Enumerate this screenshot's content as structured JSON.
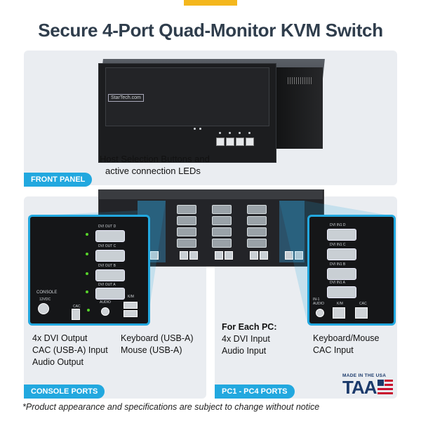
{
  "title": "Secure 4-Port Quad-Monitor KVM Switch",
  "front_panel": {
    "badge": "FRONT PANEL",
    "callout_lines": [
      "Host Selection Buttons and",
      "active connection LEDs"
    ],
    "logo": "StarTech.com"
  },
  "console_ports": {
    "badge": "CONSOLE PORTS",
    "left_lines": [
      "4x DVI Output",
      "CAC (USB-A) Input",
      "Audio Output"
    ],
    "right_lines": [
      "Keyboard (USB-A)",
      "Mouse (USB-A)"
    ],
    "zoom_labels": {
      "dvi_d": "DVI OUT D",
      "dvi_c": "DVI OUT C",
      "dvi_b": "DVI OUT B",
      "dvi_a": "DVI OUT A",
      "console": "CONSOLE",
      "power": "12VDC",
      "cac": "CAC",
      "audio": "AUDIO",
      "km": "K/M"
    }
  },
  "pc_ports": {
    "badge": "PC1 - PC4 PORTS",
    "heading": "For Each PC:",
    "left_lines": [
      "4x DVI Input",
      "Audio Input"
    ],
    "right_lines": [
      "Keyboard/Mouse",
      "CAC Input"
    ],
    "zoom_labels": {
      "dvi_d": "DVI IN1 D",
      "dvi_c": "DVI IN1 C",
      "dvi_b": "DVI IN1 B",
      "dvi_a": "DVI IN1 A",
      "in": "IN-1",
      "audio": "AUDIO",
      "km": "K/M",
      "cac": "CAC"
    }
  },
  "taa": {
    "made_in": "MADE IN THE USA",
    "mark": "TAA"
  },
  "note": "*Product appearance and specifications are subject to change without notice",
  "colors": {
    "accent": "#22a8df",
    "title": "#2f3d4c",
    "panel": "#eaedf1",
    "flag_red": "#c8102e",
    "flag_blue": "#1b3a6b"
  }
}
